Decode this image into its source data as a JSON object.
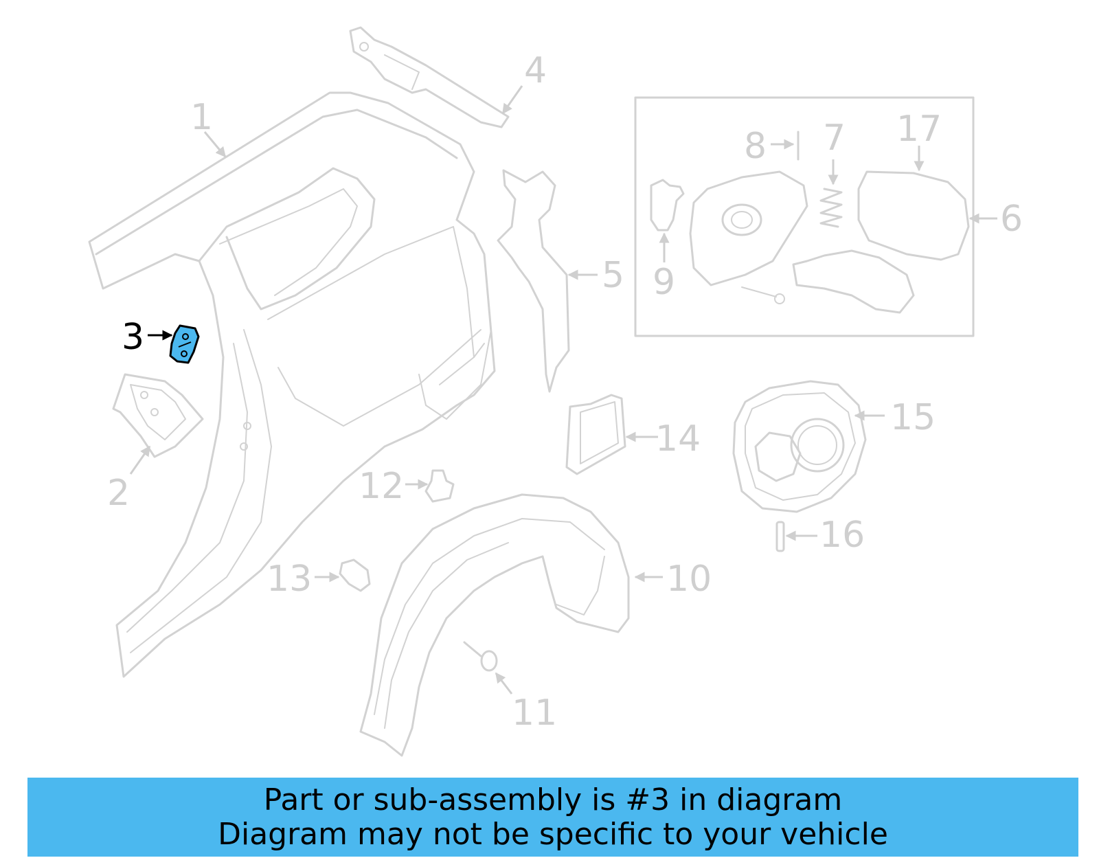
{
  "callouts": {
    "c1": "1",
    "c2": "2",
    "c3": "3",
    "c4": "4",
    "c5": "5",
    "c6": "6",
    "c7": "7",
    "c8": "8",
    "c9": "9",
    "c10": "10",
    "c11": "11",
    "c12": "12",
    "c13": "13",
    "c14": "14",
    "c15": "15",
    "c16": "16",
    "c17": "17"
  },
  "highlighted_part": "3",
  "banner": {
    "line1": "Part or sub-assembly is #3 in diagram",
    "line2": "Diagram may not be specific to your vehicle"
  },
  "colors": {
    "highlight_fill": "#4bb8ef",
    "banner_background": "#4bb8ef",
    "line_art": "#d2d2d2"
  }
}
